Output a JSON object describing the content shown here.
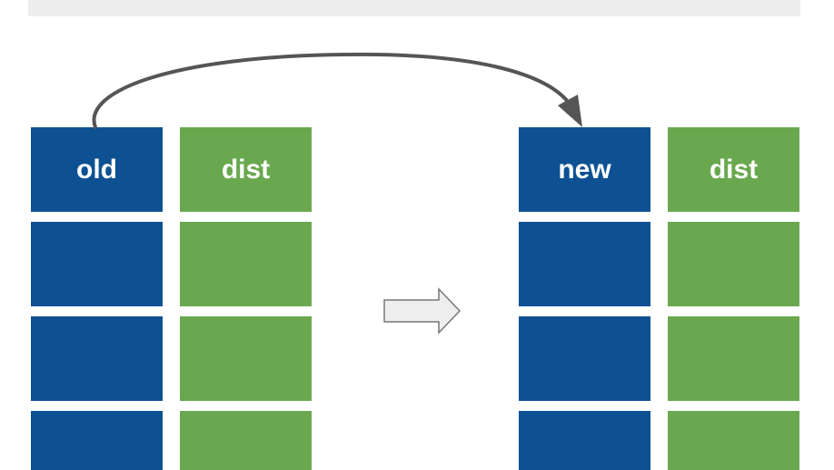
{
  "colors": {
    "blue": "#0d5192",
    "green": "#6aa84f",
    "top_bar": "#ededed",
    "arrow_stroke": "#555555",
    "block_arrow_fill": "#eeeeee"
  },
  "left_table": {
    "col1_header": "old",
    "col2_header": "dist"
  },
  "right_table": {
    "col1_header": "new",
    "col2_header": "dist"
  },
  "icons": {
    "curved_arrow": "curved-arrow-icon",
    "transform_arrow": "right-block-arrow-icon"
  }
}
